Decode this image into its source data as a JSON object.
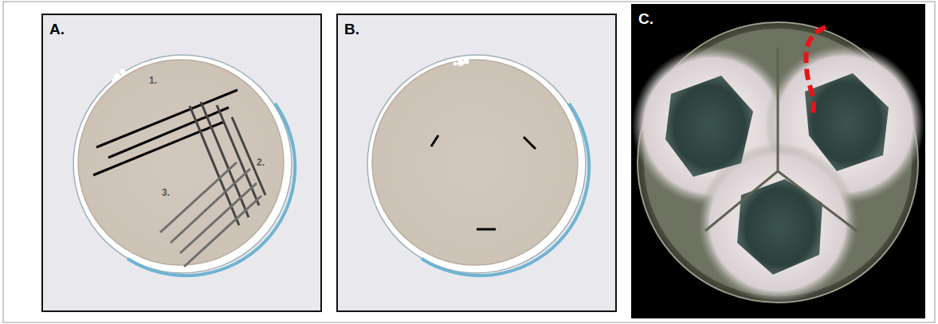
{
  "diagram": {
    "labels": [
      "A.",
      "1.",
      "2.",
      "3.",
      "B.",
      "C."
    ]
  }
}
